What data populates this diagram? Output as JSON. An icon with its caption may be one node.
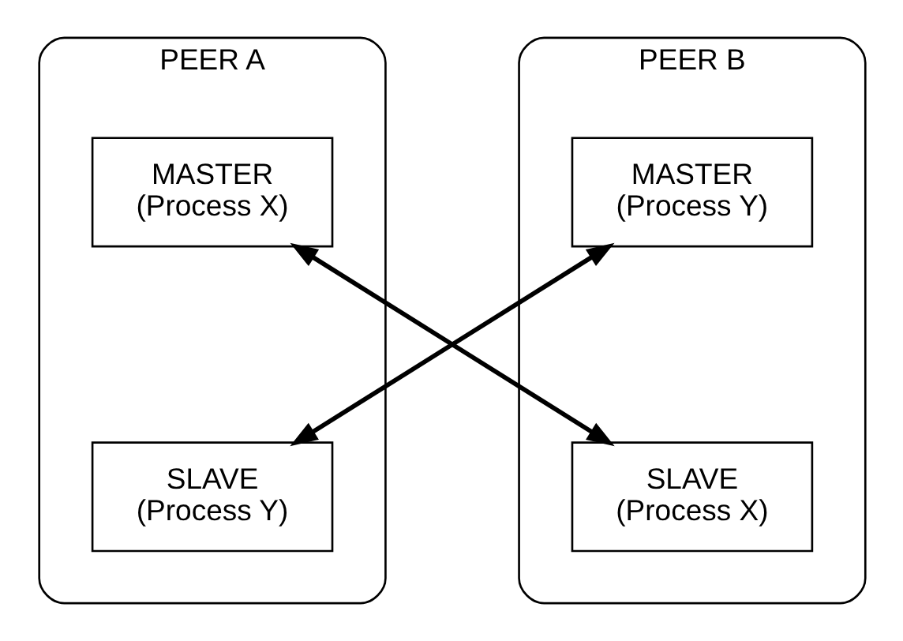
{
  "diagram": {
    "nodes": [
      {
        "text": [
          "PEER A"
        ]
      },
      {
        "text": [
          "MASTER",
          "(Process X)"
        ],
        "in": 0
      },
      {
        "text": [
          "SLAVE",
          "(Process Y)"
        ],
        "in": 0
      },
      {
        "text": [
          "PEER B"
        ]
      },
      {
        "text": [
          "MASTER",
          "(Process Y)"
        ],
        "in": 3
      },
      {
        "text": [
          "SLAVE",
          "(Process X)"
        ],
        "in": 3
      }
    ],
    "edges": [
      {
        "from": 1,
        "to": 5,
        "arrow": "both"
      },
      {
        "from": 4,
        "to": 2,
        "arrow": "both"
      }
    ]
  }
}
